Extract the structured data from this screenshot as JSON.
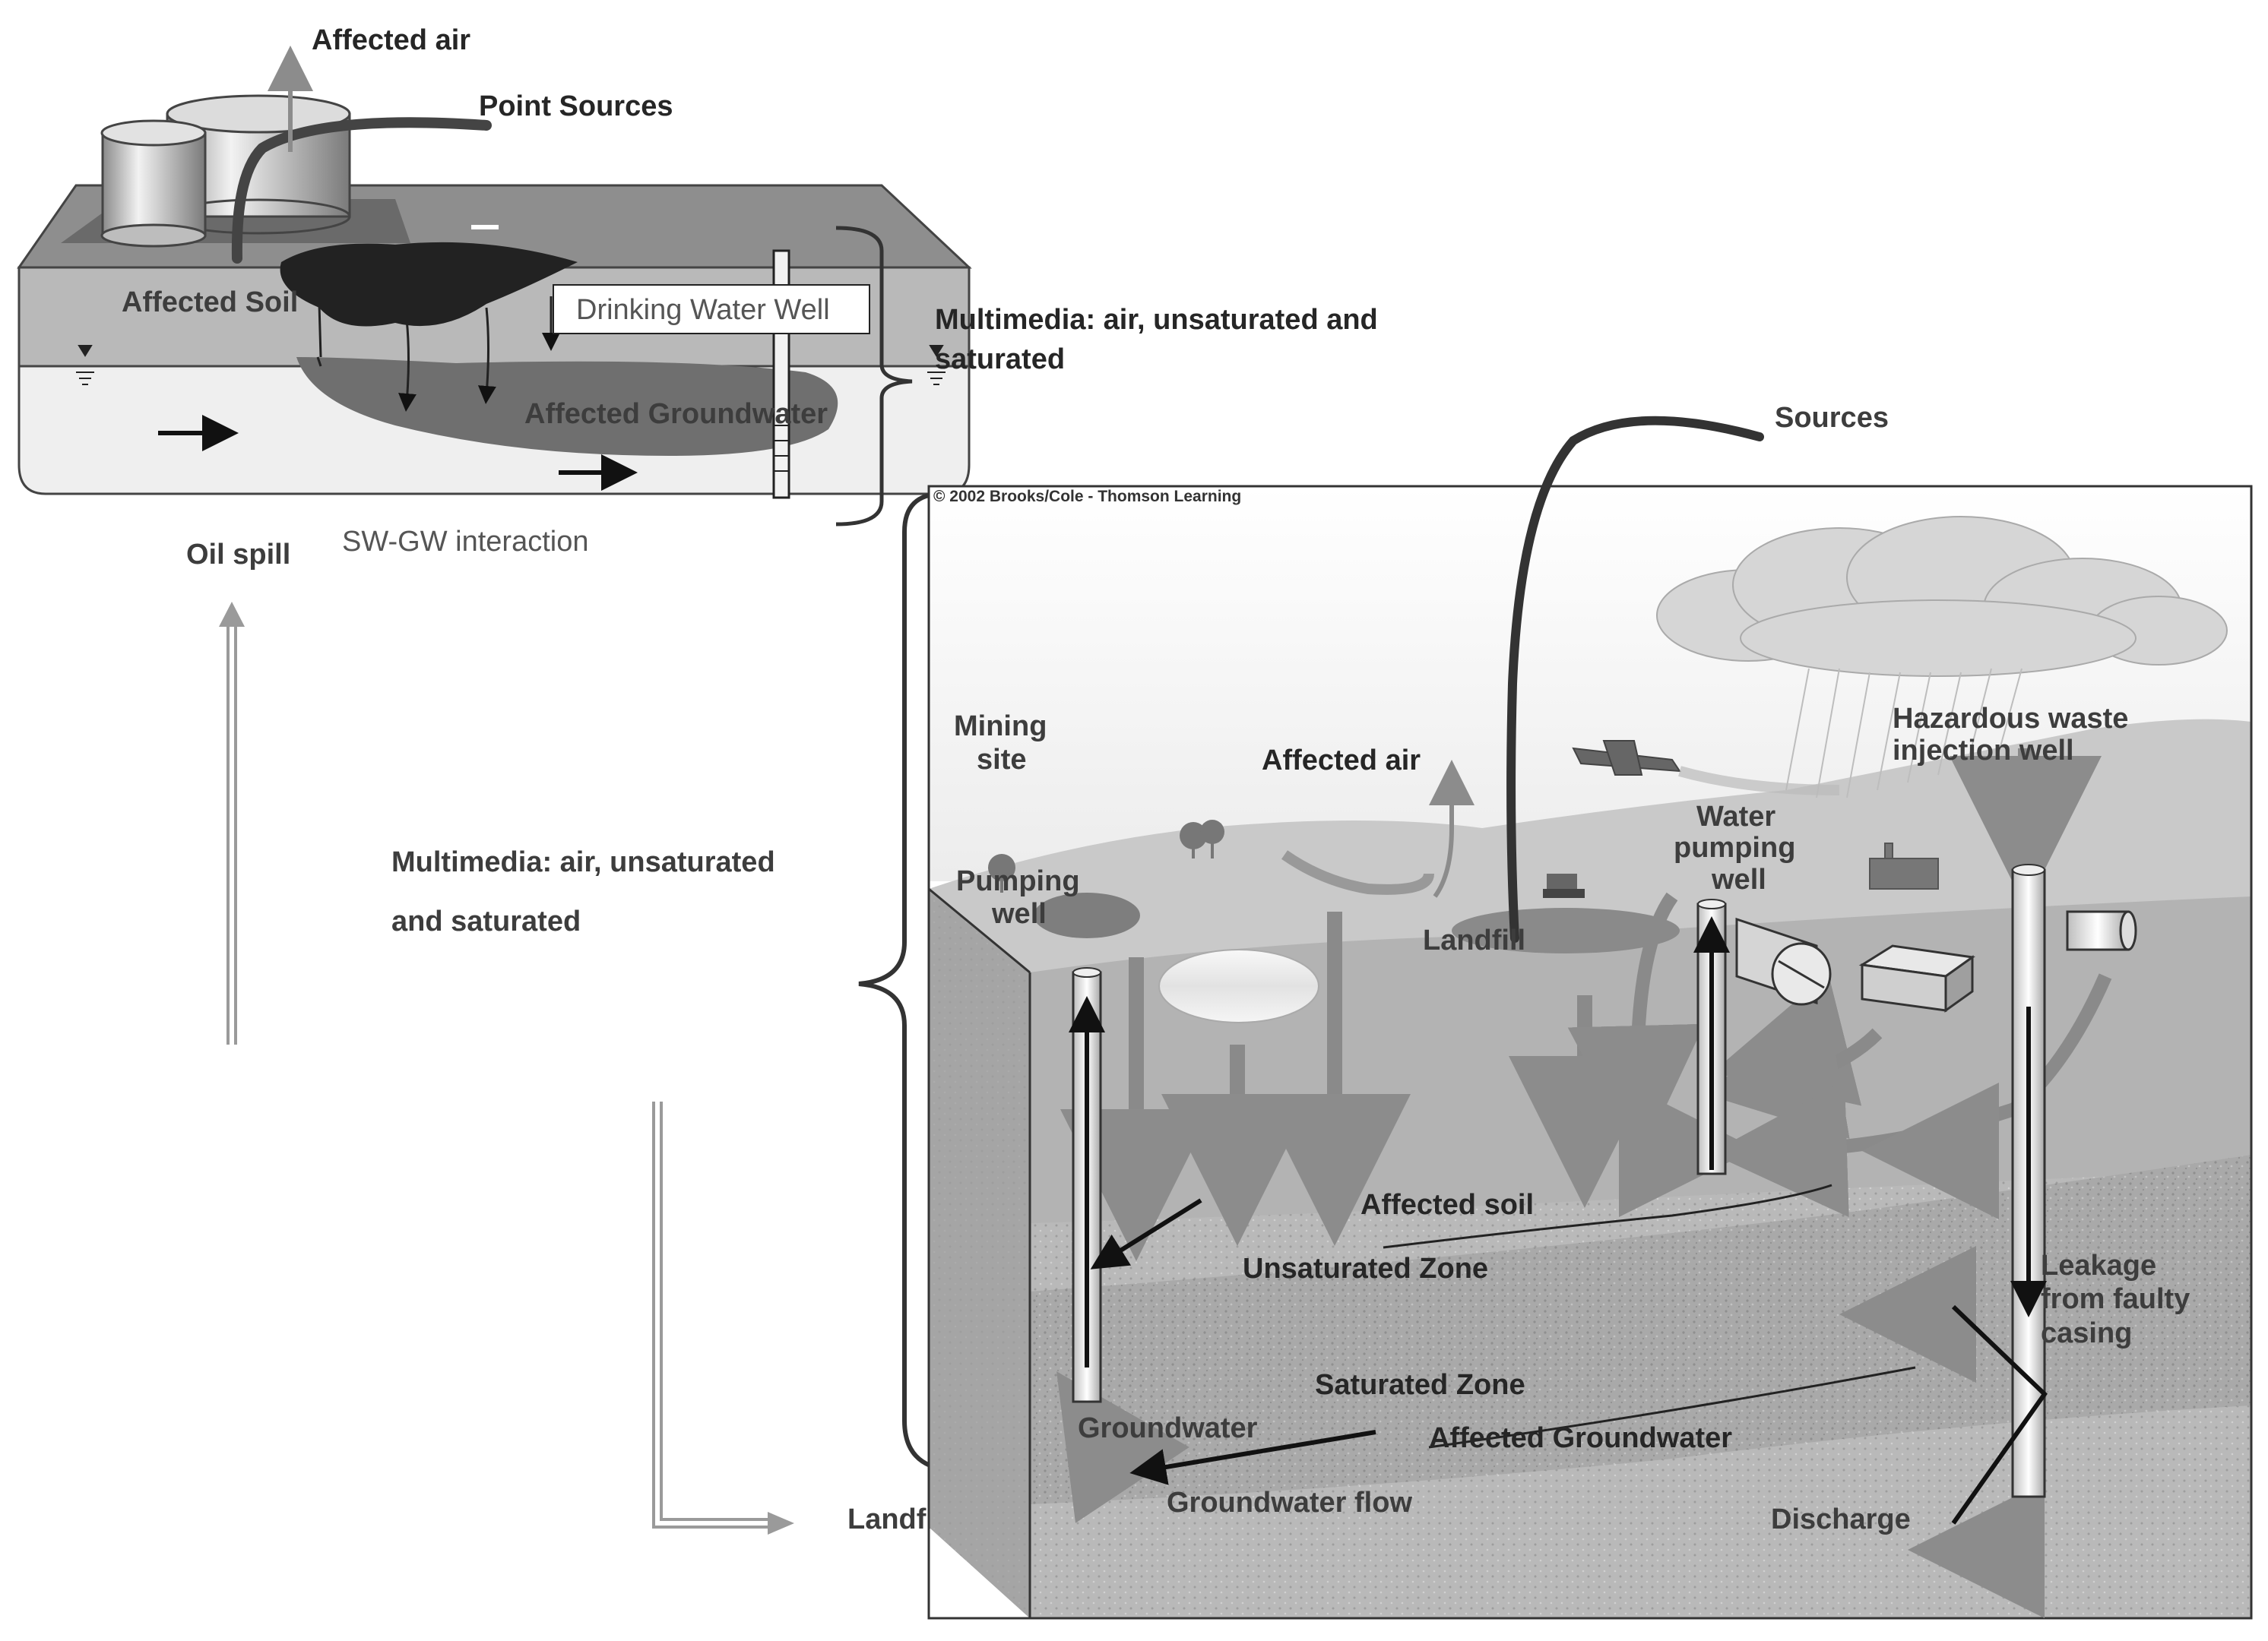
{
  "inset": {
    "affected_air": "Affected air",
    "point_sources": "Point Sources",
    "affected_soil": "Affected Soil",
    "drinking_water_well": "Drinking Water Well",
    "affected_groundwater": "Affected Groundwater",
    "multimedia_line1": "Multimedia: air, unsaturated and",
    "multimedia_line2": "saturated",
    "oil_spill": "Oil spill",
    "sw_gw": "SW-GW interaction"
  },
  "left": {
    "multimedia_line1": "Multimedia: air, unsaturated",
    "multimedia_line2": "and saturated",
    "landfill": "Landfill"
  },
  "main": {
    "sources": "Sources",
    "copyright": "© 2002 Brooks/Cole - Thomson Learning",
    "mining_line1": "Mining",
    "mining_line2": "site",
    "affected_air": "Affected air",
    "hazardous_line1": "Hazardous waste",
    "hazardous_line2": "injection well",
    "water_line1": "Water",
    "water_line2": "pumping",
    "water_line3": "well",
    "pumping_line1": "Pumping",
    "pumping_line2": "well",
    "landfill": "Landfill",
    "affected_soil": "Affected soil",
    "unsaturated_zone": "Unsaturated Zone",
    "leakage_line1": "Leakage",
    "leakage_line2": "from faulty",
    "leakage_line3": "casing",
    "saturated_zone": "Saturated Zone",
    "groundwater": "Groundwater",
    "affected_groundwater": "Affected Groundwater",
    "groundwater_flow": "Groundwater flow",
    "discharge": "Discharge"
  }
}
